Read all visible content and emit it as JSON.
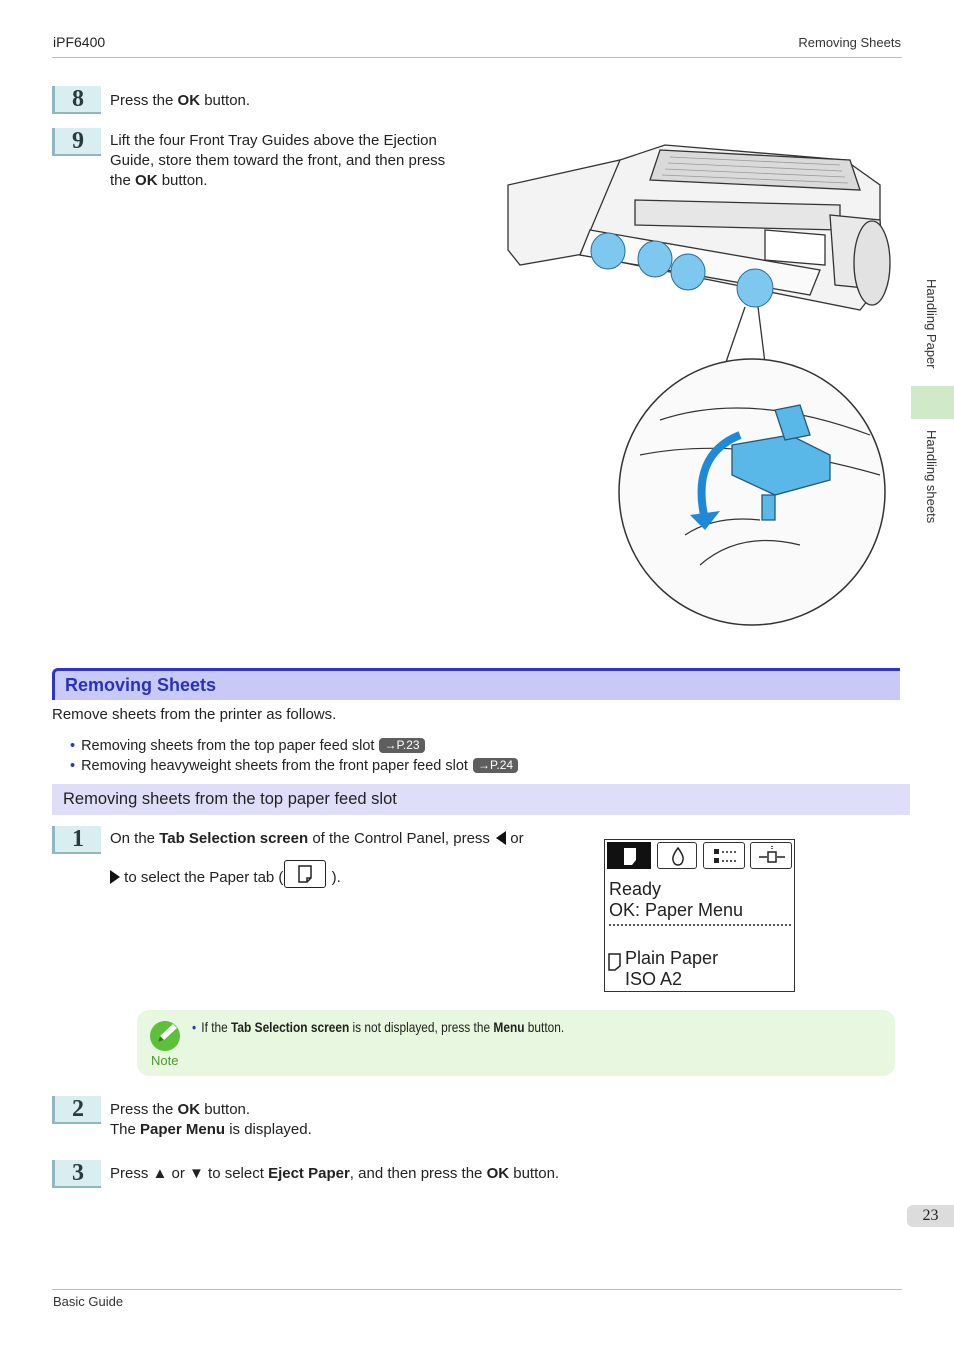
{
  "header": {
    "model": "iPF6400",
    "section": "Removing Sheets"
  },
  "steps_top": [
    {
      "num": "8",
      "before": "Press the ",
      "bold": "OK",
      "after": " button."
    },
    {
      "num": "9",
      "line1": "Lift the four Front Tray Guides above the Ejection",
      "line2": "Guide, store them toward the front, and then press",
      "line3_before": "the ",
      "line3_bold": "OK",
      "line3_after": " button."
    }
  ],
  "section": {
    "title": "Removing Sheets",
    "intro": "Remove sheets from the printer as follows.",
    "bullets": [
      {
        "text": "Removing sheets from the top paper feed slot",
        "ref": "→P.23"
      },
      {
        "text": "Removing heavyweight sheets from the front paper feed slot",
        "ref": "→P.24"
      }
    ],
    "subsection": "Removing sheets from the top paper feed slot"
  },
  "step1": {
    "num": "1",
    "a": "On the ",
    "b": "Tab Selection screen",
    "c": " of the Control Panel, press ",
    "d": " or",
    "e": " to select the Paper tab (",
    "f": " )."
  },
  "panel": {
    "line1": "Ready",
    "line2": "OK: Paper Menu",
    "line3": "Plain Paper",
    "line4": "ISO A2",
    "tabs": [
      "paper-tab-icon",
      "ink-drop-icon",
      "settings-list-icon",
      "adjust-icon"
    ]
  },
  "note": {
    "label": "Note",
    "a": "If the ",
    "b": "Tab Selection screen",
    "c": " is not displayed, press the ",
    "d": "Menu",
    "e": " button."
  },
  "step2": {
    "num": "2",
    "l1a": "Press the ",
    "l1b": "OK",
    "l1c": " button.",
    "l2a": "The ",
    "l2b": "Paper Menu",
    "l2c": " is displayed."
  },
  "step3": {
    "num": "3",
    "a": "Press ▲ or ▼ to select ",
    "b": "Eject Paper",
    "c": ", and then press the ",
    "d": "OK",
    "e": " button."
  },
  "sidebar": {
    "chapter": "Handling Paper",
    "topic": "Handling sheets"
  },
  "page_number": "23",
  "footer": {
    "guide": "Basic Guide"
  },
  "colors": {
    "accent": "#2c34cf",
    "heading_bg": "#c9c9f7",
    "subhead_bg": "#dedef8",
    "note_bg": "#e8f7df",
    "illustration_blue": "#5ab8e8"
  }
}
